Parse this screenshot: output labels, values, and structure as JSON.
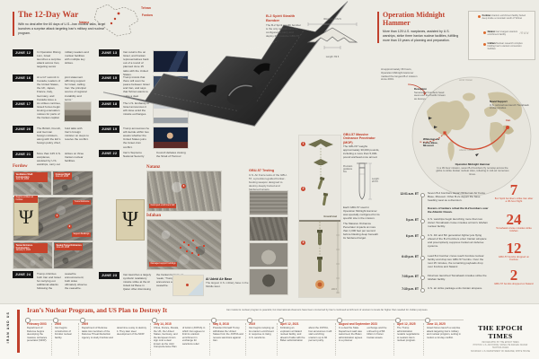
{
  "colors": {
    "accent": "#c0402c",
    "badge": "#161616",
    "stat": "#cf4730",
    "land": "#cdc3a3"
  },
  "header": {
    "title": "The 12-Day War",
    "intro": "With no deal after the 60 days of U.S.–Iran nuclear talks, Israel launches a surprise attack targeting Iran’s military and nuclear program."
  },
  "mini_map": {
    "tehran": "Tehran",
    "fordow": "Fordow",
    "natanz": "Natanz"
  },
  "b2_spec": {
    "title": "B-2 Spirit Stealth Bomber",
    "text": "The B-2 Spirit stealth bomber is the only aircraft currently configured to carry and deploy the massive GBU-57.",
    "wingspan": "Wingspan: 172 ft",
    "length": "Length: 69 ft"
  },
  "timeline": {
    "col1": [
      {
        "date": "JUNE 12",
        "text": "In Operation Rising Lion, Israel launches a surprise attack across Iran, targeting senior military leaders and nuclear facilities with multiple key strikes."
      },
      {
        "date": "JUNE 16",
        "text": "At a G7 summit in Canada, leaders of the United States, the UK, Japan, France, Italy, Germany, and Canada issue a joint statement affirming support for Israel, calling Iran ‘the principal source of regional instability and terror.’"
      },
      {
        "date": "JUNE 17",
        "text": "As strikes continue, Israeli forces begin issuing evacuation notices for parts of the Iranian capital."
      },
      {
        "date": "JUNE 20",
        "text": "The British, French, and German foreign ministers, along with the EU’s foreign policy chief, hold talks with Iran’s foreign minister on steps to resolve the conflict."
      },
      {
        "date": "JUNE 21",
        "text": "More than 125 U.S. warplanes, assisted by U.S. warships, carry out strikes on three Iranian nuclear facilities."
      },
      {
        "date": "JUNE 24",
        "text": "Trump criticizes both Iran and Israel for carrying out additional attacks following the ceasefire announcement; both sides ultimately observe the ceasefire."
      }
    ],
    "col2": [
      {
        "date": "JUNE 13",
        "text": "Iran returns fire on Israel, and Iranian representatives back out of a round of planned June 15 talks with the United States."
      },
      {
        "date": "JUNE 15",
        "text": "Trump insists that there will soon be peace between Israel and Iran, and says that Tehran wants to make a deal."
      },
      {
        "date": "JUNE 18",
        "text": "The U.S. Embassy in Israel announces it will close amid the missile exchanges."
      },
      {
        "date": "JUNE 19",
        "text": "Trump announces he will decide within two weeks whether the United States joins the Israel–Iran conflict."
      },
      {
        "date": "JUNE 22",
        "text": "Iran’s Supreme National Security Council debates closing the Strait of Hormuz."
      },
      {
        "date": "JUNE 23",
        "text": "Iran launches a largely symbolic retaliatory missile strike at the Al Udeid Air Base in Qatar. After dismissing the Iranian barrage as ‘weak,’ Trump announces a tentative ceasefire."
      }
    ]
  },
  "sat": {
    "fordow_label": "Fordow",
    "natanz_label": "Natanz",
    "isfahan_label": "Isfahan",
    "chips": {
      "c1t": "Ventilation Shaft Construction",
      "c1d": "June 30, 2023",
      "c2t": "Cratered Shaft",
      "c2d": "June 22, 2025",
      "c3t": "Tunnel Entrance Construction",
      "c3d": "January 5, 2024",
      "c4t": "Sealed Tunnel Entrances",
      "c4d": "June 20, 2025",
      "big1": "Tunnel Entrance",
      "big2": "Support Buildings",
      "natanz": "Destroyed enrichment hall",
      "isfahan": "Damaged support buildings",
      "emblem": "Regime emblem at Fordow"
    },
    "markers": [
      "1",
      "2",
      "3"
    ]
  },
  "al_udeid": {
    "title": "Al Udeid Air Base",
    "text": "The largest U.S. military base in the Middle East."
  },
  "gbu_testing": {
    "title": "GBU-57 Testing",
    "text": "U.S. Air Force tests of the GBU-57, a precision-guided bunker-busting weapon designed to destroy deeply buried and hardened targets."
  },
  "mop": {
    "title": "GBU-57 Massive Ordnance Penetrator (MOP)",
    "p1": "The GBU-57 weighs approximately 30,000 pounds, including a more than 5,000-pound warhead once armed.",
    "fins": "Precision guidance fins",
    "len": "Length: 20.5 ft",
    "p2": "Each GBU-57 used in Operation Midnight Hammer was specially configured for its specific site in the mission.",
    "p3": "The Massive Ordnance Penetrator impacts at more than 1,000 feet per second before blasting deep beneath its hardened target."
  },
  "drop": {
    "ground": "Ground level",
    "depth": "200 ft",
    "steps": [
      "1",
      "2",
      "3"
    ]
  },
  "omh": {
    "title": "Operation Midnight Hammer",
    "intro": "More than 125 U.S. warplanes, assisted by U.S. warships, strike three Iranian nuclear facilities, fulfilling more than 15 years of planning and preparation.",
    "note": "At approximately 36 hours, Operation Midnight Hammer marked the longest B-2 mission since 2001.",
    "map_country": "IRAN",
    "legend": [
      {
        "name": "Fordow",
        "desc": "Uranium enrichment facility buried deep inside a mountain south of Tehran"
      },
      {
        "name": "Natanz",
        "desc": "Iran’s largest uranium enrichment facility"
      },
      {
        "name": "Isfahan",
        "desc": "Nuclear research complex holding Iran’s uranium conversion facilities"
      }
    ],
    "globe": {
      "deception_title": "Deception",
      "deception_text": "Several B-2 bombers head west over the Pacific Ocean as decoys.",
      "naval_title": "Naval Support",
      "naval_text": "U.S. submarines launch Tomahawk cruise missiles.",
      "base": "Whiteman Air Force Base, Missouri",
      "target": "Iran",
      "mission_title": "Operation Midnight Hammer",
      "mission_text": "In a 36-hour mission, seven B-2 bombers fly nonstop across the globe to strike Iranian nuclear sites, refueling in mid-air numerous times.",
      "ocean1": "Arctic Ocean",
      "ocean2": "Atlantic Ocean"
    },
    "schedule": [
      {
        "time": "12:01 a.m. ET",
        "text": "Seven B-2 bombers depart Whiteman Air Force Base, Missouri. Other B-2s depart the base heading west as a diversion.",
        "note": "Dozens of tankers refuel the B-2 bombers over the Atlantic Ocean."
      },
      {
        "time": "5 p.m. ET",
        "text": "U.S. warships begin launching more than two dozen Tomahawk cruise missiles at Iran’s Isfahan nuclear facility."
      },
      {
        "time": "6 p.m. ET",
        "text": "U.S. 4th and 5th generation fighter jets flying ahead of the B-2 bombers enter Iranian airspace and preemptively suppress Iranian air defense systems."
      },
      {
        "time": "6:40 p.m. ET",
        "text": "Lead B-2 bomber crews reach Fordow nuclear facility and drop two GBU-57 bombs. Over the next 25 minutes, the remaining payloads drop over Fordow and Natanz."
      },
      {
        "time": "7:05 p.m. ET",
        "text": "Final two launched Tomahawk missiles strike the Isfahan facility."
      },
      {
        "time": "7:30 p.m. ET",
        "text": "U.S. air strike package exits Iranian airspace."
      }
    ],
    "stats": [
      {
        "value": "7",
        "caption": "B-2 Spirit bombers strike Iran after a 36-hour flight"
      },
      {
        "value": "24",
        "caption": "Tomahawk cruise missiles strike Isfahan"
      },
      {
        "value": "12",
        "caption": "GBU-57 bombs dropped on Fordow"
      },
      {
        "value": "2",
        "caption": "GBU-57 bombs dropped on Natanz"
      }
    ]
  },
  "bottom": {
    "side": "IRAN AND US",
    "title": "Iran’s Nuclear Program, and US Plan to Destroy It",
    "intro": "Iran insists its nuclear program is peaceful, but international observers have been concerned by Iran’s continued enrichment of uranium to levels far higher than needed for civilian purposes.",
    "entries": [
      {
        "date": "February 2003",
        "text": "Department of Defense begins developing the massive ordnance penetrator (MOP)."
      },
      {
        "date": "2006",
        "text": "Iran begins construction of Fordow nuclear facility."
      },
      {
        "date": "2009",
        "text": "Department of Defense tasks two members of the Defense Threat Reduction Agency to study Fordow and determine a way to destroy it. They later steer development of the MOP."
      },
      {
        "date": "July 14, 2015",
        "text": "China, France, Russia, the UK, the United States, Germany, and the European Union sign onto a deal known as the Joint Comprehensive Plan of Action (JCPOA) in which Iran agrees to limit its uranium enrichment in exchange for sanctions relief."
      },
      {
        "date": "May 8, 2018",
        "text": "President Donald Trump withdraws the United States from the JCPOA and renews sanctions against Iran."
      },
      {
        "date": "2019",
        "text": "Iran begins ramping up its uranium enrichment in response to rising U.S. sanctions."
      },
      {
        "date": "April 12, 2021",
        "text": "Following an explosion at Natanz nuclear facility, and ahead of talks with the Biden administration about the JCPOA, Iran announces it will start enriching uranium up to 60 percent purity."
      },
      {
        "date": "August and September 2023",
        "text": "In a deal the State Department said was welcomed, the Biden administration agrees to a prisoner exchange and the unfreezing of $6 billion in frozen Iranian assets."
      },
      {
        "date": "April 12, 2025",
        "text": "The Trump administration restarts negotiations to restrain Iran’s nuclear program."
      },
      {
        "date": "June 13, 2025",
        "text": "Israeli forces launch a surprise attack targeting Iran’s military and nuclear program, setting in motion a 12-day conflict."
      }
    ]
  },
  "brand": {
    "name": "THE EPOCH TIMES",
    "credit1": "INFOGRAPHIC BY THE EPOCH TIMES",
    "credit2": "PHOTOS: U.S. AIR FORCE; SATELLITE IMAGES: MAXAR TECHNOLOGIES",
    "credit3": "SOURCES: U.S. DEPARTMENT OF DEFENSE; WHITE HOUSE"
  }
}
